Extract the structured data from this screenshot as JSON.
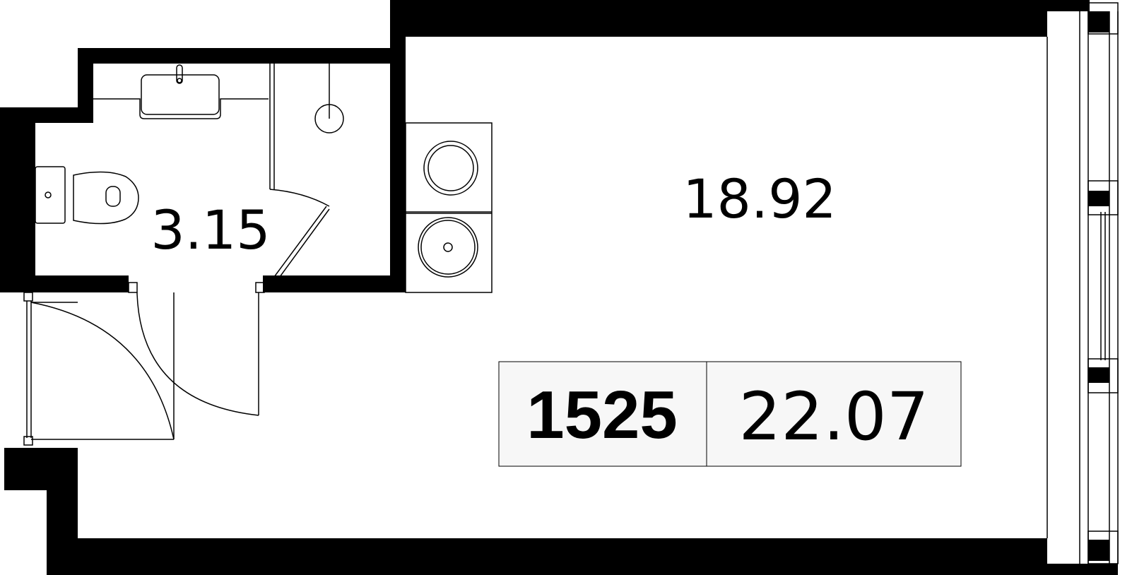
{
  "plan": {
    "rooms": [
      {
        "id": "bathroom",
        "area": "3.15"
      },
      {
        "id": "studio",
        "area": "18.92"
      }
    ],
    "summary": {
      "apartment_number": "1525",
      "total_area": "22.07"
    },
    "colors": {
      "wall": "#000000",
      "line": "#000000",
      "background": "#ffffff",
      "summary_fill": "#f7f7f7"
    }
  }
}
